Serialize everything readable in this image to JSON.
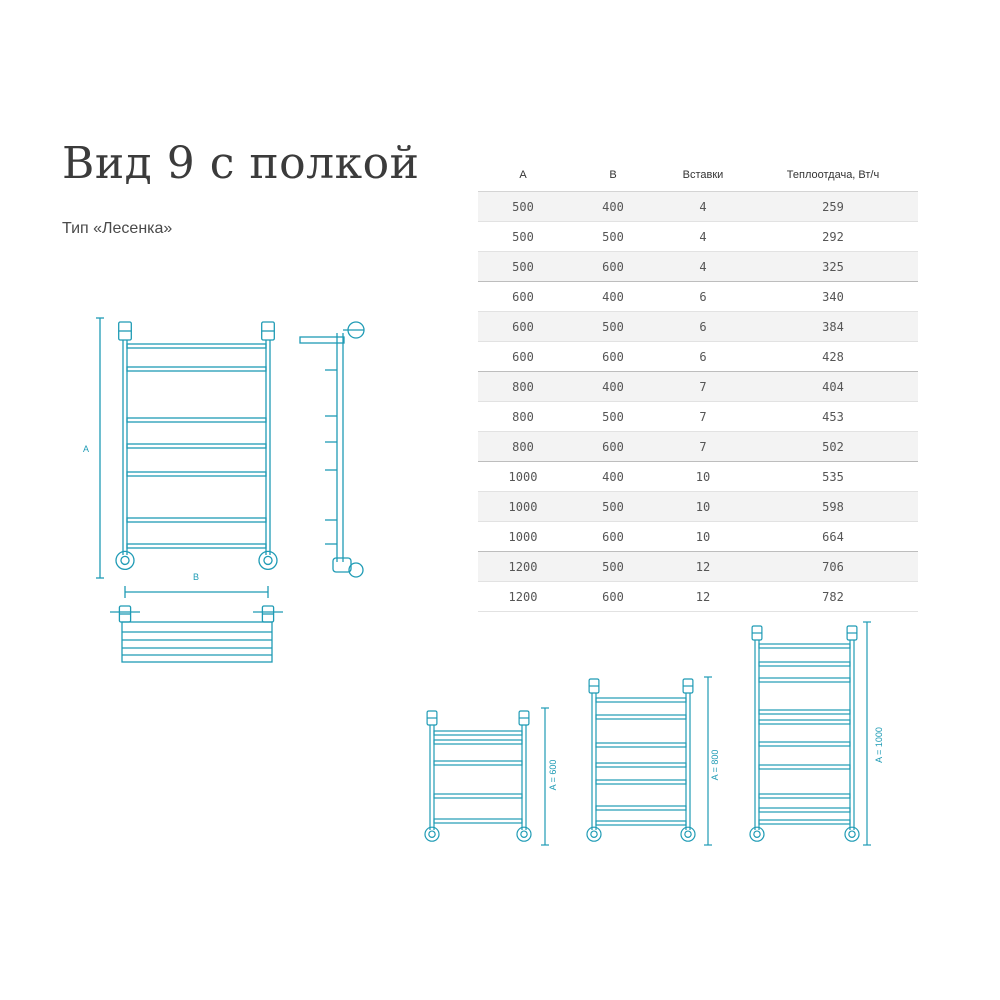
{
  "header": {
    "title": "Вид 9 с полкой",
    "subtitle": "Тип «Лесенка»"
  },
  "table": {
    "columns": [
      "A",
      "B",
      "Вставки",
      "Теплоотдача, Вт/ч"
    ],
    "rows": [
      [
        "500",
        "400",
        "4",
        "259"
      ],
      [
        "500",
        "500",
        "4",
        "292"
      ],
      [
        "500",
        "600",
        "4",
        "325"
      ],
      [
        "600",
        "400",
        "6",
        "340"
      ],
      [
        "600",
        "500",
        "6",
        "384"
      ],
      [
        "600",
        "600",
        "6",
        "428"
      ],
      [
        "800",
        "400",
        "7",
        "404"
      ],
      [
        "800",
        "500",
        "7",
        "453"
      ],
      [
        "800",
        "600",
        "7",
        "502"
      ],
      [
        "1000",
        "400",
        "10",
        "535"
      ],
      [
        "1000",
        "500",
        "10",
        "598"
      ],
      [
        "1000",
        "600",
        "10",
        "664"
      ],
      [
        "1200",
        "500",
        "12",
        "706"
      ],
      [
        "1200",
        "600",
        "12",
        "782"
      ]
    ]
  },
  "drawing": {
    "label_a": "A",
    "label_b": "B",
    "size_600": "A = 600",
    "size_800": "A = 800",
    "size_1000": "A = 1000",
    "line_color": "#1f9bb5"
  }
}
